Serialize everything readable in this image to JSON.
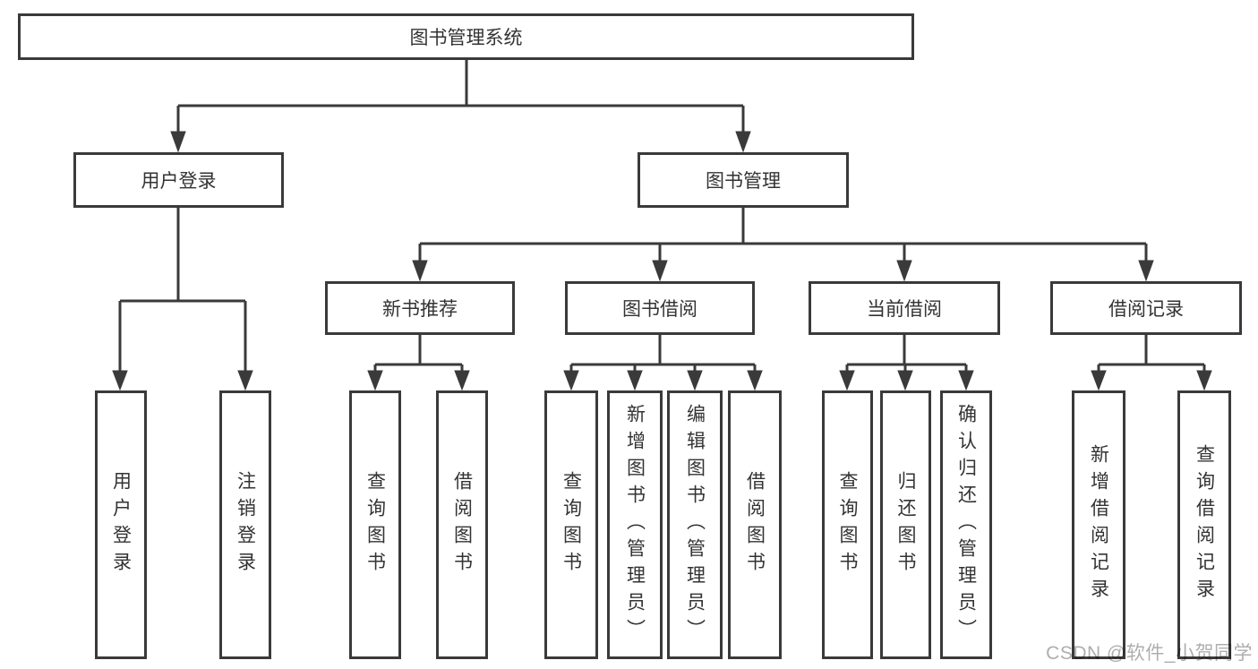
{
  "page": {
    "background": "#ffffff"
  },
  "colors": {
    "line": "#3a3a3a",
    "box_border": "#3a3a3a",
    "text": "#333333",
    "watermark": "#aeaeae"
  },
  "tree": {
    "root": {
      "label": "图书管理系统"
    },
    "branches": [
      {
        "label": "用户登录",
        "children": [
          {
            "label": "用户登录"
          },
          {
            "label": "注销登录"
          }
        ]
      },
      {
        "label": "图书管理",
        "groups": [
          {
            "label": "新书推荐",
            "children": [
              {
                "label": "查询图书"
              },
              {
                "label": "借阅图书"
              }
            ]
          },
          {
            "label": "图书借阅",
            "children": [
              {
                "label": "查询图书"
              },
              {
                "label": "新增图书（管理员）"
              },
              {
                "label": "编辑图书（管理员）"
              },
              {
                "label": "借阅图书"
              }
            ]
          },
          {
            "label": "当前借阅",
            "children": [
              {
                "label": "查询图书"
              },
              {
                "label": "归还图书"
              },
              {
                "label": "确认归还（管理员）"
              }
            ]
          },
          {
            "label": "借阅记录",
            "children": [
              {
                "label": "新增借阅记录"
              },
              {
                "label": "查询借阅记录"
              }
            ]
          }
        ]
      }
    ]
  },
  "watermark": {
    "text": "CSDN @软件_小贺同学"
  }
}
